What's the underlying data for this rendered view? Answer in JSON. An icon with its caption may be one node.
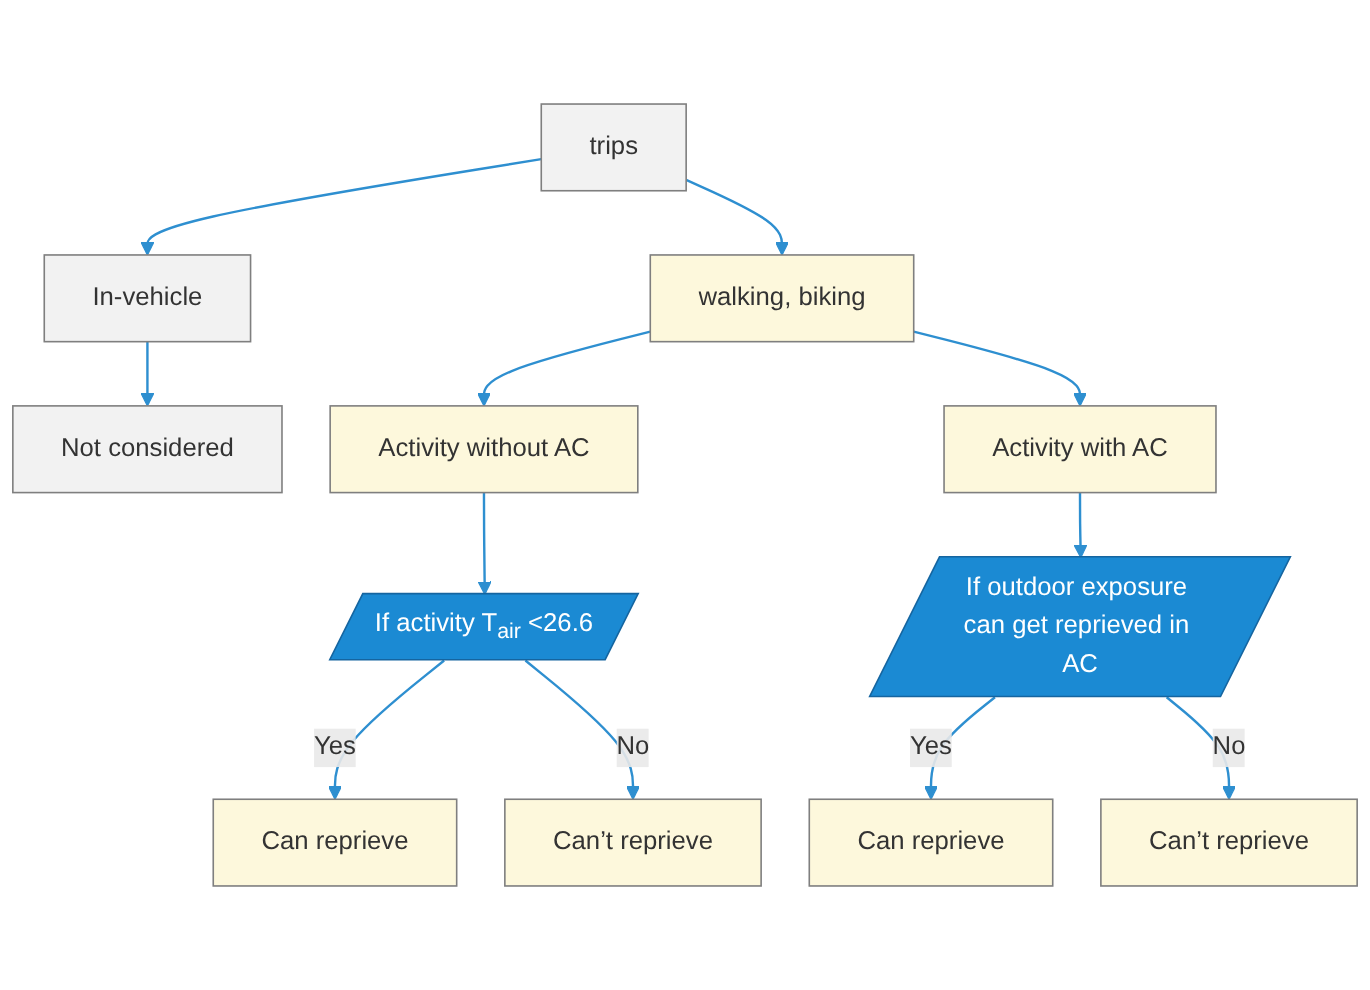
{
  "diagram": {
    "nodes": [
      {
        "text": [
          "trips"
        ]
      },
      {
        "text": [
          "In-vehicle"
        ]
      },
      {
        "text": [
          "walking, biking"
        ]
      },
      {
        "text": [
          "Not considered"
        ]
      },
      {
        "text": [
          "Activity without AC"
        ]
      },
      {
        "text": [
          "Activity with AC"
        ]
      },
      {
        "text": [
          "If activity T$_{air}$ <26.6"
        ]
      },
      {
        "text": [
          "If outdoor exposure can get reprieved in AC"
        ]
      },
      {
        "text": [
          "Can reprieve"
        ]
      },
      {
        "text": [
          "Can’t reprieve"
        ]
      },
      {
        "text": [
          "Can reprieve"
        ]
      },
      {
        "text": [
          "Can’t reprieve"
        ]
      }
    ],
    "edges": [
      {
        "from": 0,
        "to": 1,
        "arrow": "to"
      },
      {
        "from": 0,
        "to": 2,
        "arrow": "to"
      },
      {
        "from": 1,
        "to": 3,
        "arrow": "to"
      },
      {
        "from": 2,
        "to": 4,
        "arrow": "to"
      },
      {
        "from": 2,
        "to": 5,
        "arrow": "to"
      },
      {
        "from": 4,
        "to": 6,
        "arrow": "to"
      },
      {
        "from": 5,
        "to": 7,
        "arrow": "to"
      },
      {
        "from": 6,
        "to": 8,
        "label": "Yes",
        "arrow": "to"
      },
      {
        "from": 6,
        "to": 9,
        "label": "No",
        "arrow": "to"
      },
      {
        "from": 7,
        "to": 10,
        "label": "Yes",
        "arrow": "to"
      },
      {
        "from": 7,
        "to": 11,
        "label": "No",
        "arrow": "to"
      }
    ]
  }
}
